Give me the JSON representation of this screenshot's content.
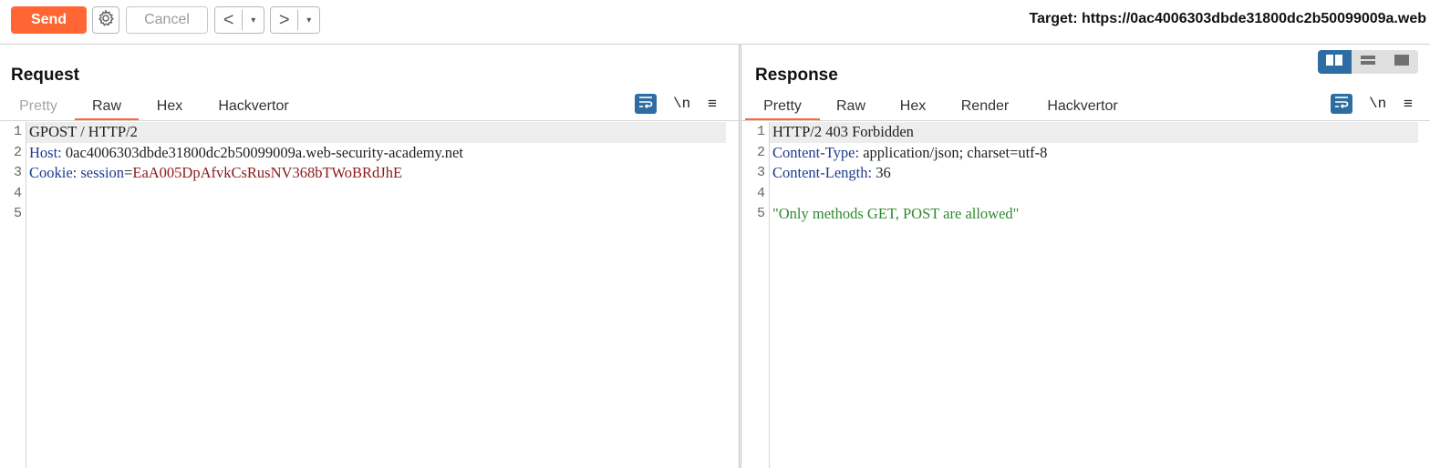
{
  "toolbar": {
    "send_label": "Send",
    "settings_icon": "gear-icon",
    "cancel_label": "Cancel",
    "prev_arrow": "<",
    "next_arrow": ">",
    "dropdown_arrow": "▾",
    "target": "Target: https://0ac4006303dbde31800dc2b50099009a.web"
  },
  "request": {
    "title": "Request",
    "tabs": [
      "Pretty",
      "Raw",
      "Hex",
      "Hackvertor"
    ],
    "active_tab": "Raw",
    "newline_label": "\\n",
    "menu_label": "≡",
    "line_numbers": [
      "1",
      "2",
      "3",
      "4",
      "5"
    ],
    "lines": {
      "l1": "GPOST / HTTP/2",
      "l2_name": "Host:",
      "l2_value": " 0ac4006303dbde31800dc2b50099009a.web-security-academy.net",
      "l3_name": "Cookie:",
      "l3_cookie_name": " session",
      "l3_eq": "=",
      "l3_cookie_value": "EaA005DpAfvkCsRusNV368bTWoBRdJhE"
    }
  },
  "response": {
    "title": "Response",
    "tabs": [
      "Pretty",
      "Raw",
      "Hex",
      "Render",
      "Hackvertor"
    ],
    "active_tab": "Pretty",
    "newline_label": "\\n",
    "menu_label": "≡",
    "line_numbers": [
      "1",
      "2",
      "3",
      "4",
      "5"
    ],
    "lines": {
      "l1": "HTTP/2 403 Forbidden",
      "l2_name": "Content-Type:",
      "l2_value": " application/json; charset=utf-8",
      "l3_name": "Content-Length:",
      "l3_value": " 36",
      "l5": "\"Only methods GET, POST are allowed\""
    }
  },
  "colors": {
    "send": "#ff6633",
    "accent_blue": "#2e6da4",
    "header_name": "#1f3a8f",
    "cookie_value": "#8b1a1a",
    "string": "#2f8a2f"
  }
}
